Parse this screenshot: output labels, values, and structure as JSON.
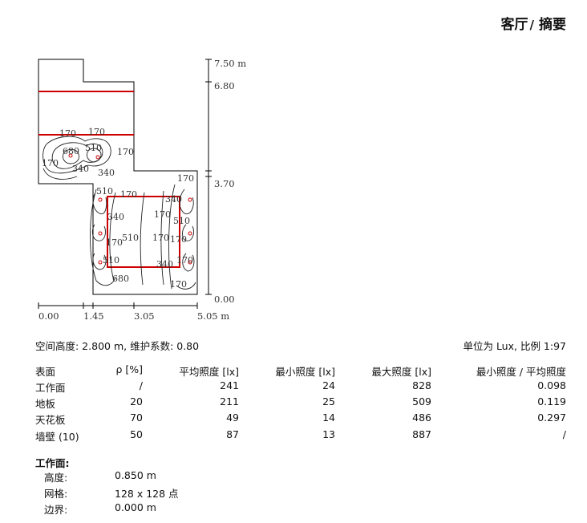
{
  "header": {
    "room": "客厅",
    "separator": "/",
    "section": "摘要"
  },
  "plan": {
    "y_labels": [
      "7.50 m",
      "6.80",
      "3.70",
      "0.00"
    ],
    "x_labels": [
      "0.00",
      "1.45",
      "3.05",
      "5.05 m"
    ],
    "contour_labels": [
      "170",
      "170",
      "680",
      "510",
      "170",
      "170",
      "340",
      "340",
      "170",
      "510",
      "170",
      "340",
      "340",
      "170",
      "510",
      "170",
      "510",
      "170",
      "170",
      "510",
      "340",
      "170",
      "680",
      "170",
      "170"
    ]
  },
  "info": {
    "left": "空间高度: 2.800 m, 维护系数: 0.80",
    "right": "单位为 Lux, 比例 1:97"
  },
  "table": {
    "headers": [
      "表面",
      "ρ [%]",
      "平均照度 [lx]",
      "最小照度 [lx]",
      "最大照度 [lx]",
      "最小照度 / 平均照度"
    ],
    "rows": [
      [
        "工作面",
        "/",
        "241",
        "24",
        "828",
        "0.098"
      ],
      [
        "地板",
        "20",
        "211",
        "25",
        "509",
        "0.119"
      ],
      [
        "天花板",
        "70",
        "49",
        "14",
        "486",
        "0.297"
      ],
      [
        "墙壁 (10)",
        "50",
        "87",
        "13",
        "887",
        "/"
      ]
    ]
  },
  "workplane": {
    "title": "工作面:",
    "height_label": "高度:",
    "height_value": "0.850 m",
    "grid_label": "网格:",
    "grid_value": "128 x 128 点",
    "boundary_label": "边界:",
    "boundary_value": "0.000 m"
  },
  "colors": {
    "luminaire": "#cc0000",
    "outline": "#000000"
  }
}
